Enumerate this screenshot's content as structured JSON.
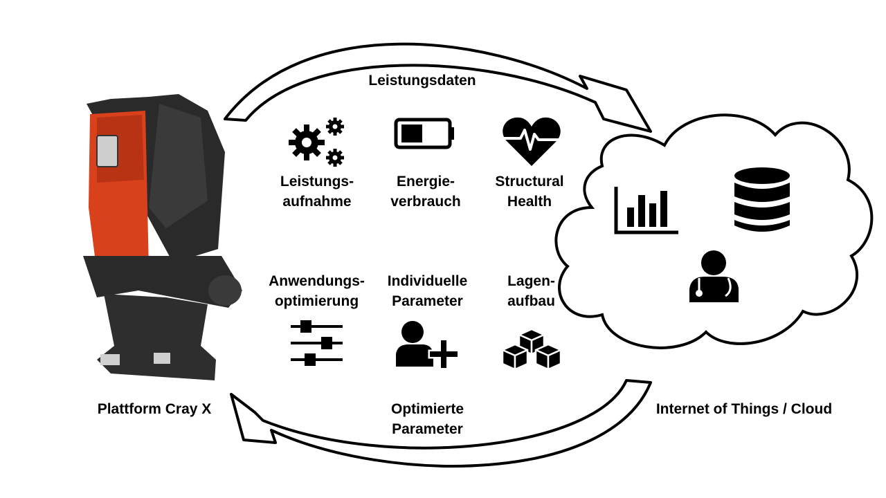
{
  "labels": {
    "top_arrow": "Leistungsdaten",
    "bottom_arrow": [
      "Optimierte",
      "Parameter"
    ],
    "platform": "Plattform Cray X",
    "cloud": "Internet of Things / Cloud"
  },
  "top_row": [
    {
      "icon": "gears-icon",
      "lines": [
        "Leistungs-",
        "aufnahme"
      ]
    },
    {
      "icon": "battery-icon",
      "lines": [
        "Energie-",
        "verbrauch"
      ]
    },
    {
      "icon": "heart-pulse-icon",
      "lines": [
        "Structural",
        "Health"
      ]
    }
  ],
  "bottom_row": [
    {
      "icon": "sliders-icon",
      "lines": [
        "Anwendungs-",
        "optimierung"
      ]
    },
    {
      "icon": "user-plus-icon",
      "lines": [
        "Individuelle",
        "Parameter"
      ]
    },
    {
      "icon": "cubes-icon",
      "lines": [
        "Lagen-",
        "aufbau"
      ]
    }
  ],
  "cloud_icons": [
    "bar-chart-icon",
    "database-icon",
    "doctor-icon"
  ],
  "colors": {
    "exoskeleton_body": "#d9401c",
    "frame": "#2a2a2a",
    "ink": "#000000"
  }
}
